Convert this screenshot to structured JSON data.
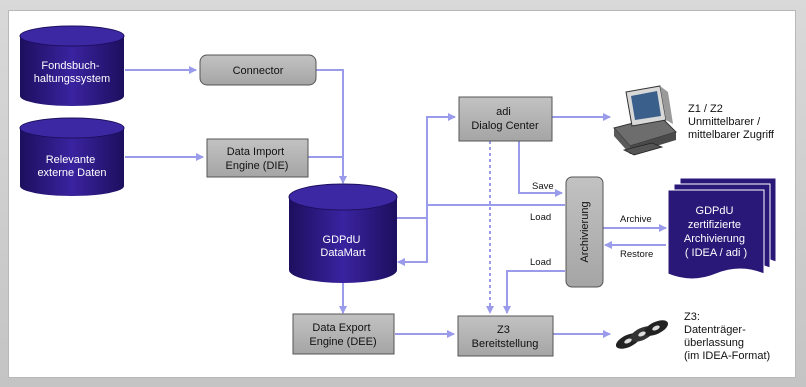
{
  "nodes": {
    "fondsbuch": [
      "Fondsbuch-",
      "haltungssystem"
    ],
    "relevante": [
      "Relevante",
      "externe Daten"
    ],
    "connector": [
      "Connector"
    ],
    "die": [
      "Data Import",
      "Engine (DIE)"
    ],
    "datamart": [
      "GDPdU",
      "DataMart"
    ],
    "dialog": [
      "adi",
      "Dialog Center"
    ],
    "archivierung": "Archivierung",
    "dee": [
      "Data Export",
      "Engine (DEE)"
    ],
    "z3box": [
      "Z3",
      "Bereitstellung"
    ],
    "zert": [
      "GDPdU",
      "zertifizierte",
      "Archivierung",
      "( IDEA / adi )"
    ]
  },
  "labels": {
    "save": "Save",
    "load1": "Load",
    "load2": "Load",
    "archive": "Archive",
    "restore": "Restore",
    "z12": [
      "Z1 / Z2",
      "Unmittelbarer /",
      "mittelbarer Zugriff"
    ],
    "z3": [
      "Z3:",
      "Datenträger-",
      "überlassung",
      "(im IDEA-Format)"
    ]
  },
  "icons": {
    "computer": "computer-terminal-icon",
    "discs": "data-carrier-discs-icon"
  },
  "colors": {
    "navy": "#2a1878",
    "grey_box": "#b0b0b0",
    "arrow": "#9b9bec"
  }
}
